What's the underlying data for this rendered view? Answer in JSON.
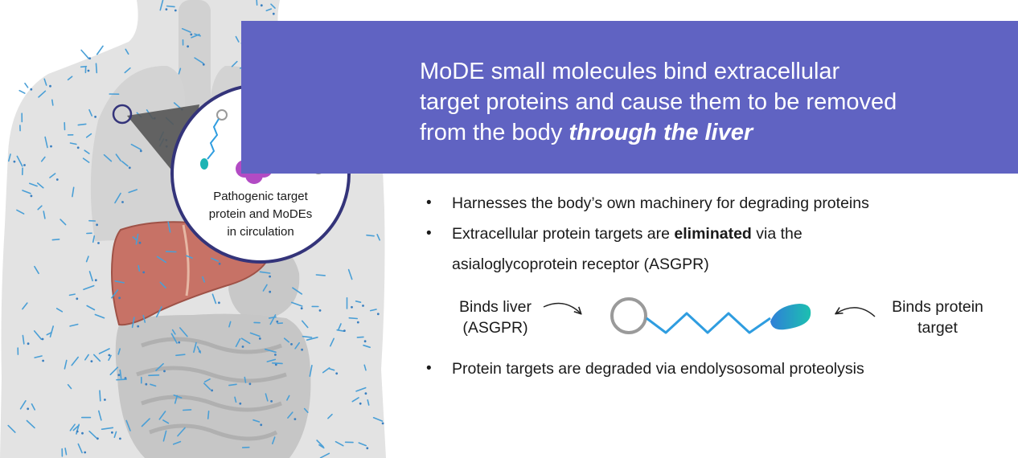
{
  "header": {
    "line1": "MoDE small molecules bind extracellular",
    "line2": "target proteins and cause them to be removed",
    "line3_plain": "from the body ",
    "line3_emph": "through the liver"
  },
  "bullets": {
    "b1": "Harnesses the body’s own machinery for degrading proteins",
    "b2_pre": "Extracellular protein targets are ",
    "b2_bold": "eliminated",
    "b2_post": " via the",
    "b2_line2": "asialoglycoprotein receptor (ASGPR)",
    "b3": "Protein targets are degraded via endolysosomal proteolysis"
  },
  "molecule_labels": {
    "left_line1": "Binds liver",
    "left_line2": "(ASGPR)",
    "right_line1": "Binds protein",
    "right_line2": "target"
  },
  "inset": {
    "line1": "Pathogenic target",
    "line2": "protein and MoDEs",
    "line3": "in circulation"
  },
  "colors": {
    "banner": "#6063c2",
    "body_silhouette": "#e3e3e3",
    "organs": "#cfcfcf",
    "liver": "#c77266",
    "linker": "#2f9de0",
    "protein_binder": "#1cb4b4",
    "asgpr_ring": "#9a9a9a",
    "protein": "#b24bc4",
    "inset_border": "#34347a"
  }
}
